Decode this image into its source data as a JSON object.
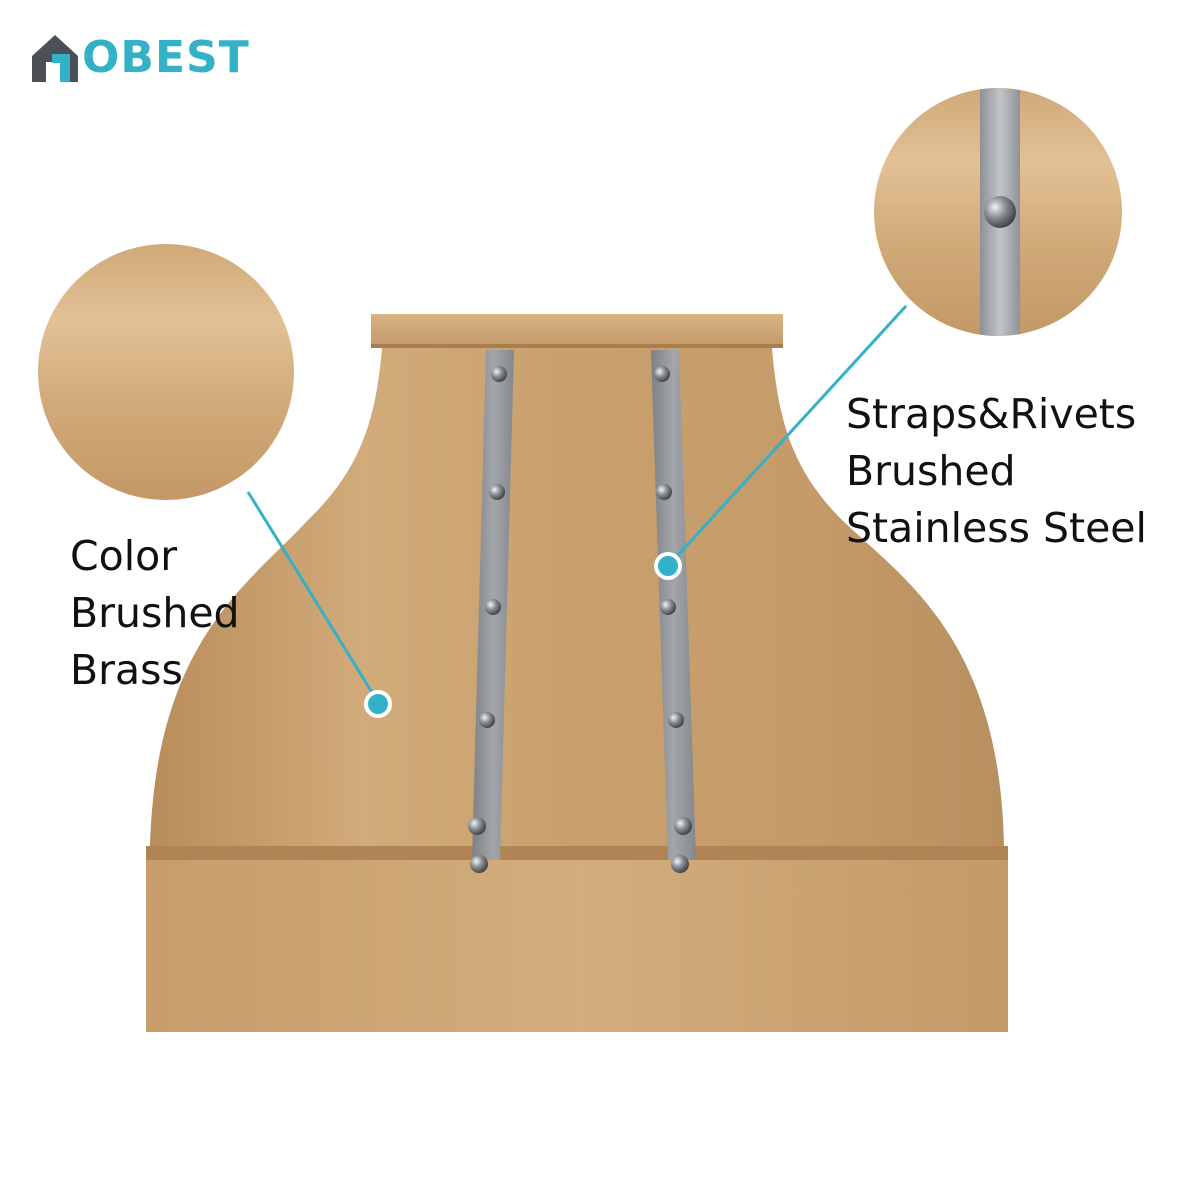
{
  "brand": {
    "logo_text": "OBEST",
    "logo_color": "#33b1c6",
    "logo_house_color": "#4a5055"
  },
  "callouts": {
    "left": {
      "lines": [
        "Color",
        "Brushed",
        "Brass"
      ]
    },
    "right": {
      "lines": [
        "Straps&Rivets",
        "Brushed",
        "Stainless Steel"
      ]
    }
  },
  "colors": {
    "brass": "#c9a06c",
    "brass_light": "#ddb98a",
    "brass_dark": "#b88d5b",
    "steel": "#8f9296",
    "accent": "#33b1c6"
  }
}
